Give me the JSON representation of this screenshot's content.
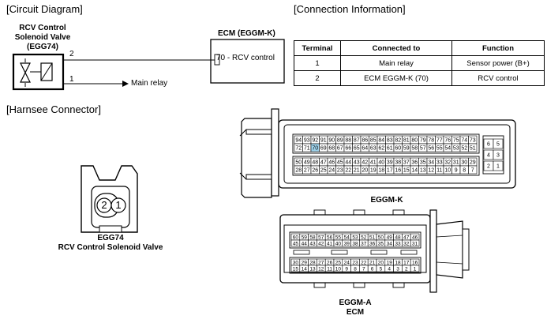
{
  "sections": {
    "circuit": "[Circuit Diagram]",
    "connection": "[Connection Information]",
    "harness": "[Harnsee Connector]"
  },
  "valve": {
    "name_line1": "RCV Control",
    "name_line2": "Solenoid Valve",
    "code": "(EGG74)"
  },
  "ecm_box": {
    "title": "ECM (EGGM-K)",
    "pin_number": "70",
    "pin_label": " - RCV control"
  },
  "wires": {
    "pin2": "2",
    "pin1": "1",
    "main_relay": "Main relay"
  },
  "table": {
    "headers": [
      "Terminal",
      "Connected to",
      "Function"
    ],
    "rows": [
      [
        "1",
        "Main relay",
        "Sensor power (B+)"
      ],
      [
        "2",
        "ECM EGGM-K (70)",
        "RCV control"
      ]
    ]
  },
  "egg74_connector": {
    "pin_left": "2",
    "pin_right": "1",
    "label1": "EGG74",
    "label2": "RCV Control Solenoid Valve"
  },
  "eggm_k": {
    "label": "EGGM-K",
    "row1": [
      "94",
      "93",
      "92",
      "91",
      "90",
      "89",
      "88",
      "87",
      "86",
      "85",
      "84",
      "83",
      "82",
      "81",
      "80",
      "79",
      "78",
      "77",
      "76",
      "75",
      "74",
      "73"
    ],
    "row2": [
      "72",
      "71",
      "70",
      "69",
      "68",
      "67",
      "66",
      "65",
      "64",
      "63",
      "62",
      "61",
      "60",
      "59",
      "58",
      "57",
      "56",
      "55",
      "54",
      "53",
      "52",
      "51"
    ],
    "row3": [
      "50",
      "49",
      "48",
      "47",
      "46",
      "45",
      "44",
      "43",
      "42",
      "41",
      "40",
      "39",
      "38",
      "37",
      "36",
      "35",
      "34",
      "33",
      "32",
      "31",
      "30",
      "29"
    ],
    "row4": [
      "28",
      "27",
      "26",
      "25",
      "24",
      "23",
      "22",
      "21",
      "20",
      "19",
      "18",
      "17",
      "16",
      "15",
      "14",
      "13",
      "12",
      "11",
      "10",
      "9",
      "8",
      "7"
    ],
    "side": [
      "6",
      "5",
      "4",
      "3",
      "2",
      "1"
    ],
    "highlight": "70",
    "highlight_color": "#9fd3ec"
  },
  "eggm_a": {
    "label1": "EGGM-A",
    "label2": "ECM",
    "row1": [
      "60",
      "59",
      "58",
      "57",
      "56",
      "55",
      "54",
      "53",
      "52",
      "51",
      "50",
      "49",
      "48",
      "47",
      "46"
    ],
    "row2": [
      "45",
      "44",
      "43",
      "42",
      "41",
      "40",
      "39",
      "38",
      "37",
      "36",
      "35",
      "34",
      "33",
      "32",
      "31"
    ],
    "row3": [
      "30",
      "29",
      "28",
      "27",
      "26",
      "25",
      "24",
      "23",
      "22",
      "21",
      "20",
      "19",
      "18",
      "17",
      "16"
    ],
    "row4": [
      "15",
      "14",
      "13",
      "12",
      "11",
      "10",
      "9",
      "8",
      "7",
      "6",
      "5",
      "4",
      "3",
      "2",
      "1"
    ]
  }
}
